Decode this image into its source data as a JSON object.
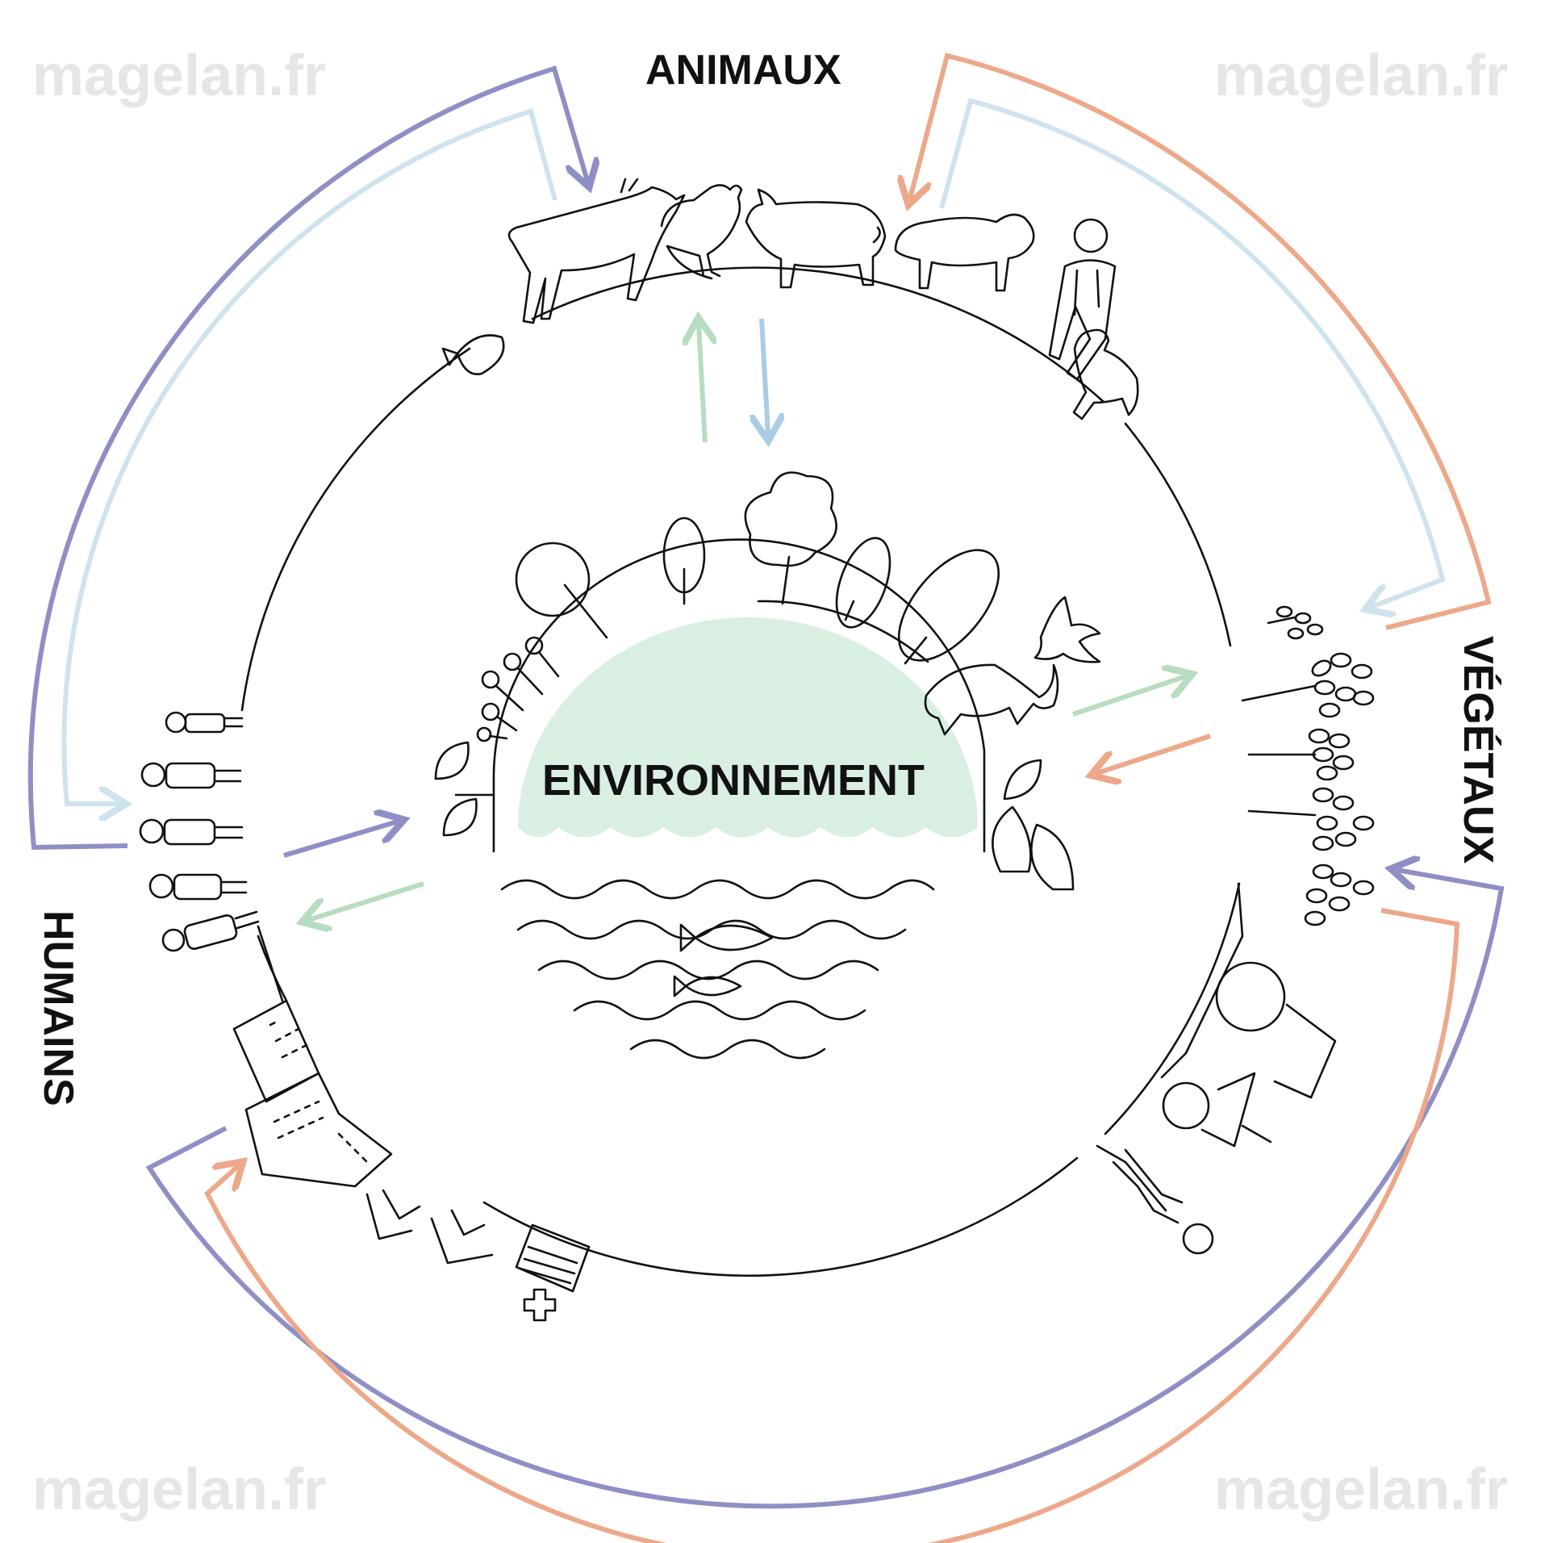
{
  "labels": {
    "animaux": "ANIMAUX",
    "vegetaux": "VÉGÉTAUX",
    "humains": "HUMAINS",
    "environnement": "ENVIRONNEMENT"
  },
  "watermark": "magelan.fr",
  "colors": {
    "purple": "#8f8fc6",
    "orange": "#eda88a",
    "light_blue": "#cfe3ee",
    "green": "#b7dcc0",
    "blue_arrow": "#a9cde4",
    "env_fill": "#d9efe2",
    "line": "#111111"
  },
  "icons": {
    "animals": [
      "fish-icon",
      "cow-icon",
      "rooster-icon",
      "pig-icon",
      "sheep-icon",
      "farmer-icon",
      "dog-icon"
    ],
    "plants": [
      "sprouting-seeds-icon"
    ],
    "humans": [
      "people-group-icon",
      "city-buildings-icon",
      "hospital-icon",
      "doctor-lab-icon"
    ],
    "environment": [
      "trees-icon",
      "leaves-icon",
      "deer-icon",
      "bat-icon",
      "water-waves-icon",
      "swimming-fish-icon"
    ]
  }
}
